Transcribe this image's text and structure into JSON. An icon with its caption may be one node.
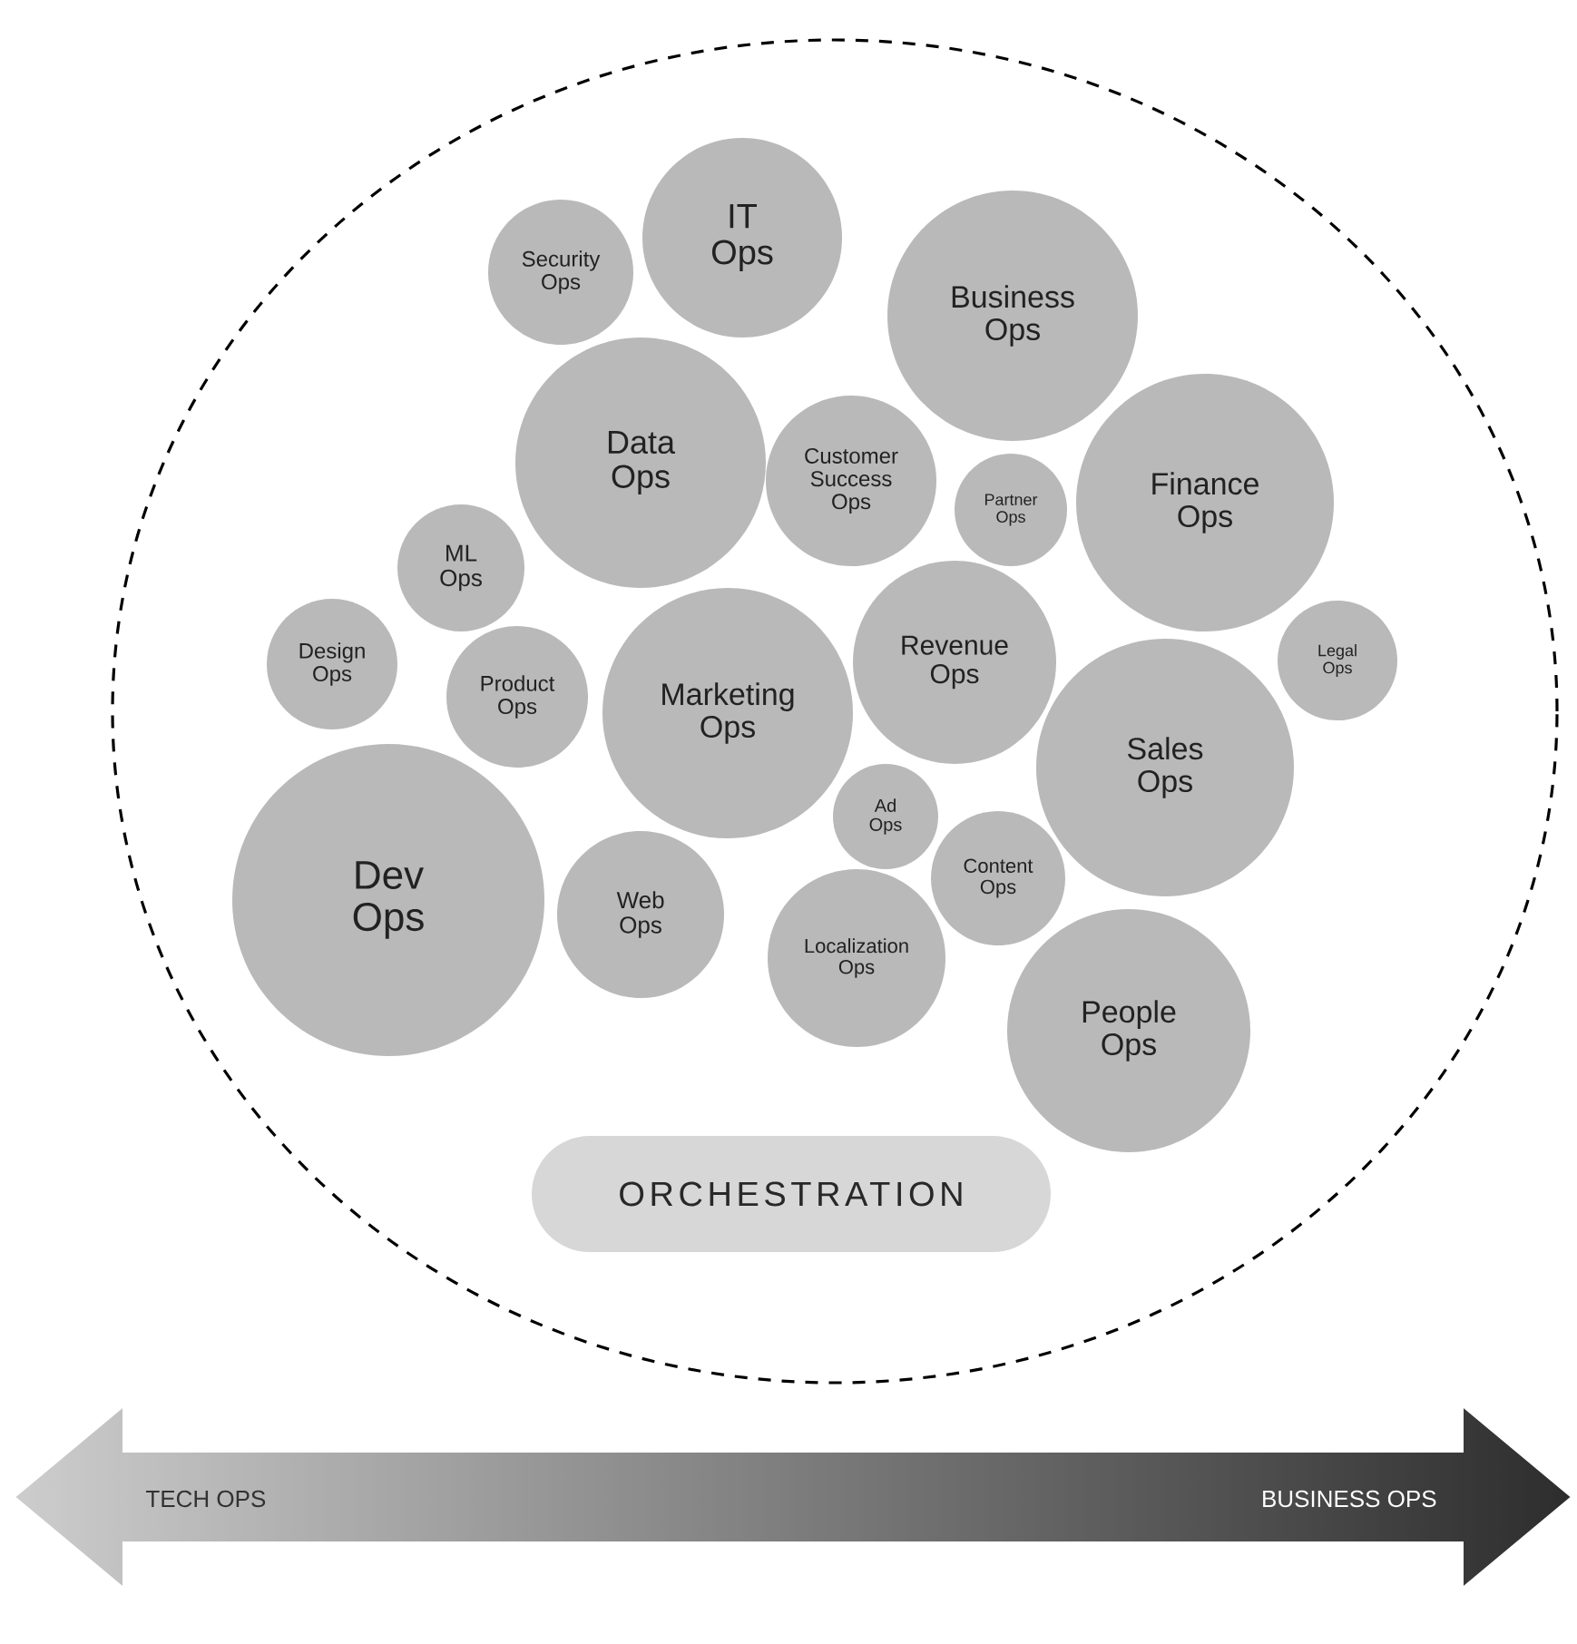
{
  "diagram": {
    "nodes": [
      {
        "text": [],
        "shape": "circle"
      },
      {
        "text": [
          "Security Ops"
        ],
        "in": 0
      },
      {
        "text": [
          "IT Ops"
        ],
        "in": 0
      },
      {
        "text": [
          "Business Ops"
        ],
        "in": 0
      },
      {
        "text": [
          "Data Ops"
        ],
        "in": 0
      },
      {
        "text": [
          "Customer Success Ops"
        ],
        "in": 0
      },
      {
        "text": [
          "Partner Ops"
        ],
        "in": 0
      },
      {
        "text": [
          "Finance Ops"
        ],
        "in": 0
      },
      {
        "text": [
          "ML Ops"
        ],
        "in": 0
      },
      {
        "text": [
          "Design Ops"
        ],
        "in": 0
      },
      {
        "text": [
          "Product Ops"
        ],
        "in": 0
      },
      {
        "text": [
          "Marketing Ops"
        ],
        "in": 0
      },
      {
        "text": [
          "Revenue Ops"
        ],
        "in": 0
      },
      {
        "text": [
          "Legal Ops"
        ],
        "in": 0
      },
      {
        "text": [
          "Sales Ops"
        ],
        "in": 0
      },
      {
        "text": [
          "Dev Ops"
        ],
        "in": 0
      },
      {
        "text": [
          "Web Ops"
        ],
        "in": 0
      },
      {
        "text": [
          "Ad Ops"
        ],
        "in": 0
      },
      {
        "text": [
          "Content Ops"
        ],
        "in": 0
      },
      {
        "text": [
          "Localization Ops"
        ],
        "in": 0
      },
      {
        "text": [
          "People Ops"
        ],
        "in": 0
      },
      {
        "text": [
          "ORCHESTRATION"
        ],
        "in": 0
      }
    ],
    "labels": [
      "TECH OPS",
      "BUSINESS OPS"
    ]
  }
}
